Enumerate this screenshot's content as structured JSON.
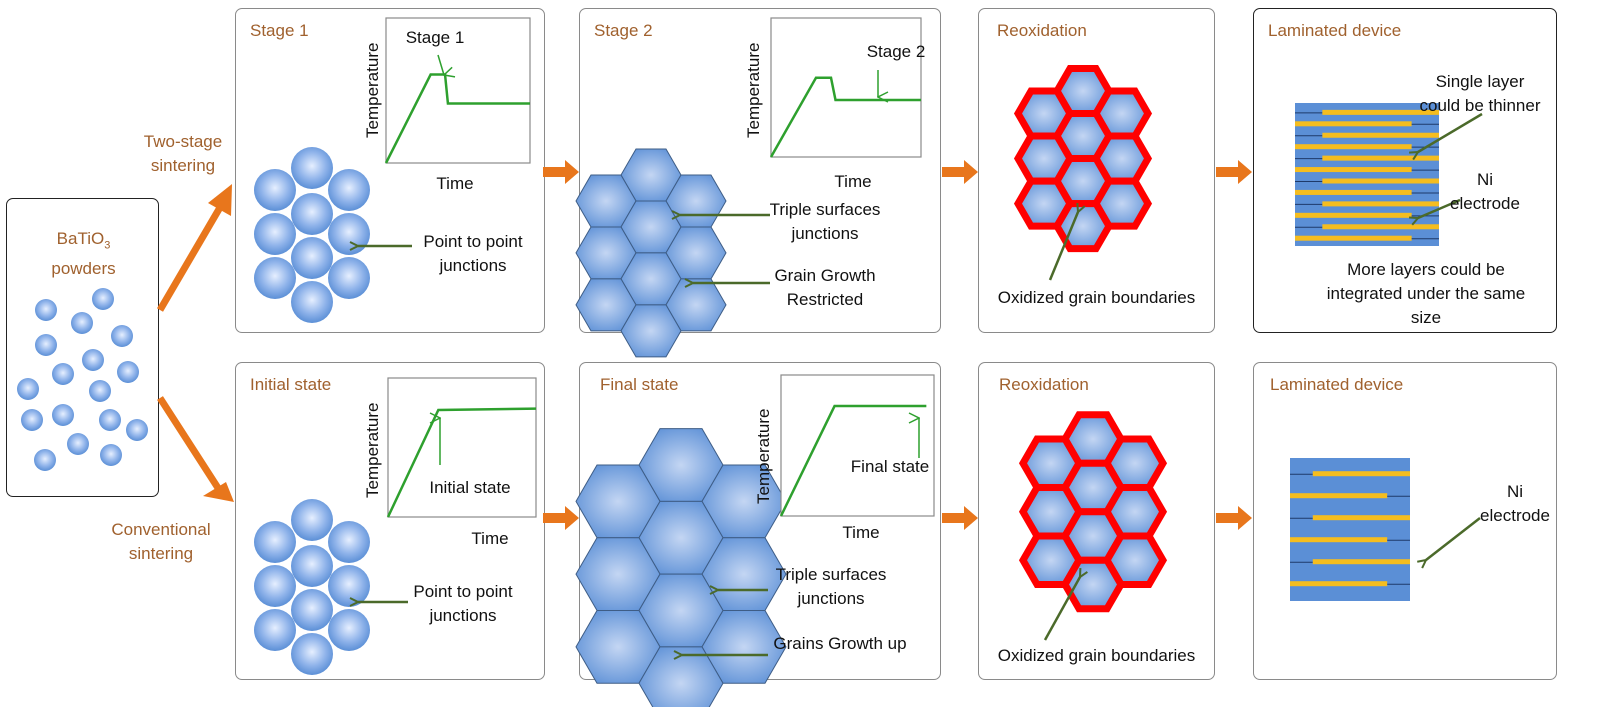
{
  "source": {
    "title_line1": "BaTiO",
    "subscript": "3",
    "title_line2": "powders"
  },
  "routes": {
    "two_stage": [
      "Two-stage",
      "sintering"
    ],
    "conventional": [
      "Conventional",
      "sintering"
    ]
  },
  "colors": {
    "arrow": "#e8761c",
    "title": "#a0612e",
    "grain": "#5b8fd6",
    "boundary": "#ff0000",
    "electrode": "#f5bd1f",
    "curve": "#2ea02e",
    "pointer": "#4b6a2a"
  },
  "top_row": {
    "stage1": {
      "title": "Stage 1",
      "chart": {
        "ylabel": "Temperature",
        "xlabel": "Time",
        "annotation": "Stage 1"
      },
      "callouts": [
        [
          "Point to point",
          "junctions"
        ]
      ]
    },
    "stage2": {
      "title": "Stage 2",
      "chart": {
        "ylabel": "Temperature",
        "xlabel": "Time",
        "annotation": "Stage 2"
      },
      "callouts": [
        [
          "Triple surfaces",
          "junctions"
        ],
        [
          "Grain Growth",
          "Restricted"
        ]
      ]
    },
    "reox": {
      "title": "Reoxidation",
      "callout": "Oxidized grain boundaries"
    },
    "device": {
      "title": "Laminated device",
      "callouts": [
        [
          "Single layer",
          "could be thinner"
        ],
        [
          "Ni",
          "electrode"
        ]
      ],
      "note": [
        "More layers could be",
        "integrated under the same",
        "size"
      ]
    }
  },
  "bottom_row": {
    "initial": {
      "title": "Initial state",
      "chart": {
        "ylabel": "Temperature",
        "xlabel": "Time",
        "annotation": "Initial state"
      },
      "callouts": [
        [
          "Point to point",
          "junctions"
        ]
      ]
    },
    "final": {
      "title": "Final state",
      "chart": {
        "ylabel": "Temperature",
        "xlabel": "Time",
        "annotation": "Final state"
      },
      "callouts": [
        [
          "Triple surfaces",
          "junctions"
        ],
        [
          "Grains Growth up"
        ]
      ]
    },
    "reox": {
      "title": "Reoxidation",
      "callout": "Oxidized grain boundaries"
    },
    "device": {
      "title": "Laminated device",
      "callouts": [
        [
          "Ni",
          "electrode"
        ]
      ]
    }
  }
}
